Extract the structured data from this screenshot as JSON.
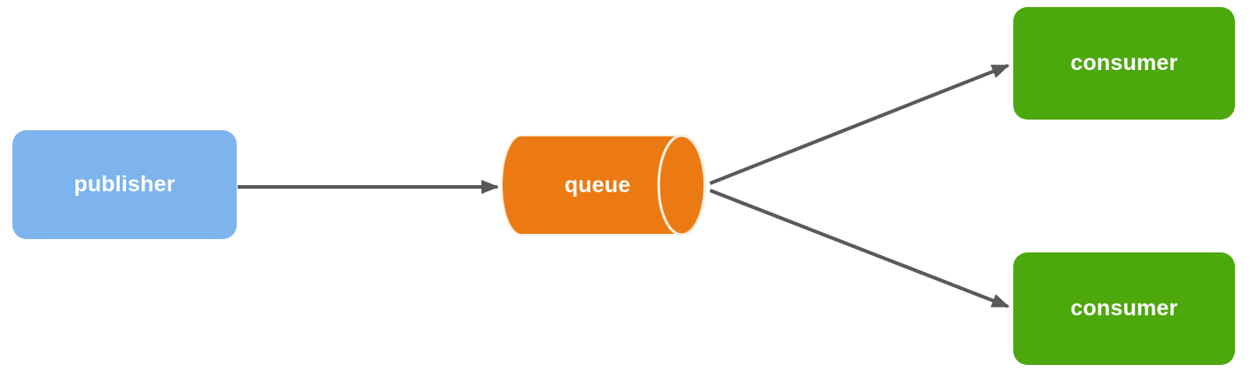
{
  "diagram": {
    "type": "flow",
    "nodes": [
      {
        "id": "publisher",
        "label": "publisher",
        "shape": "rounded-rect",
        "color": "#7DB4ED"
      },
      {
        "id": "queue",
        "label": "queue",
        "shape": "cylinder",
        "color": "#EC7A13"
      },
      {
        "id": "consumer-top",
        "label": "consumer",
        "shape": "rounded-rect",
        "color": "#4CA80C"
      },
      {
        "id": "consumer-bottom",
        "label": "consumer",
        "shape": "rounded-rect",
        "color": "#4CA80C"
      }
    ],
    "edges": [
      {
        "from": "publisher",
        "to": "queue"
      },
      {
        "from": "queue",
        "to": "consumer-top"
      },
      {
        "from": "queue",
        "to": "consumer-bottom"
      }
    ],
    "edge_color": "#58595B",
    "label_color": "#FFFFFF",
    "cylinder_outline_color": "#F8F0E1"
  }
}
